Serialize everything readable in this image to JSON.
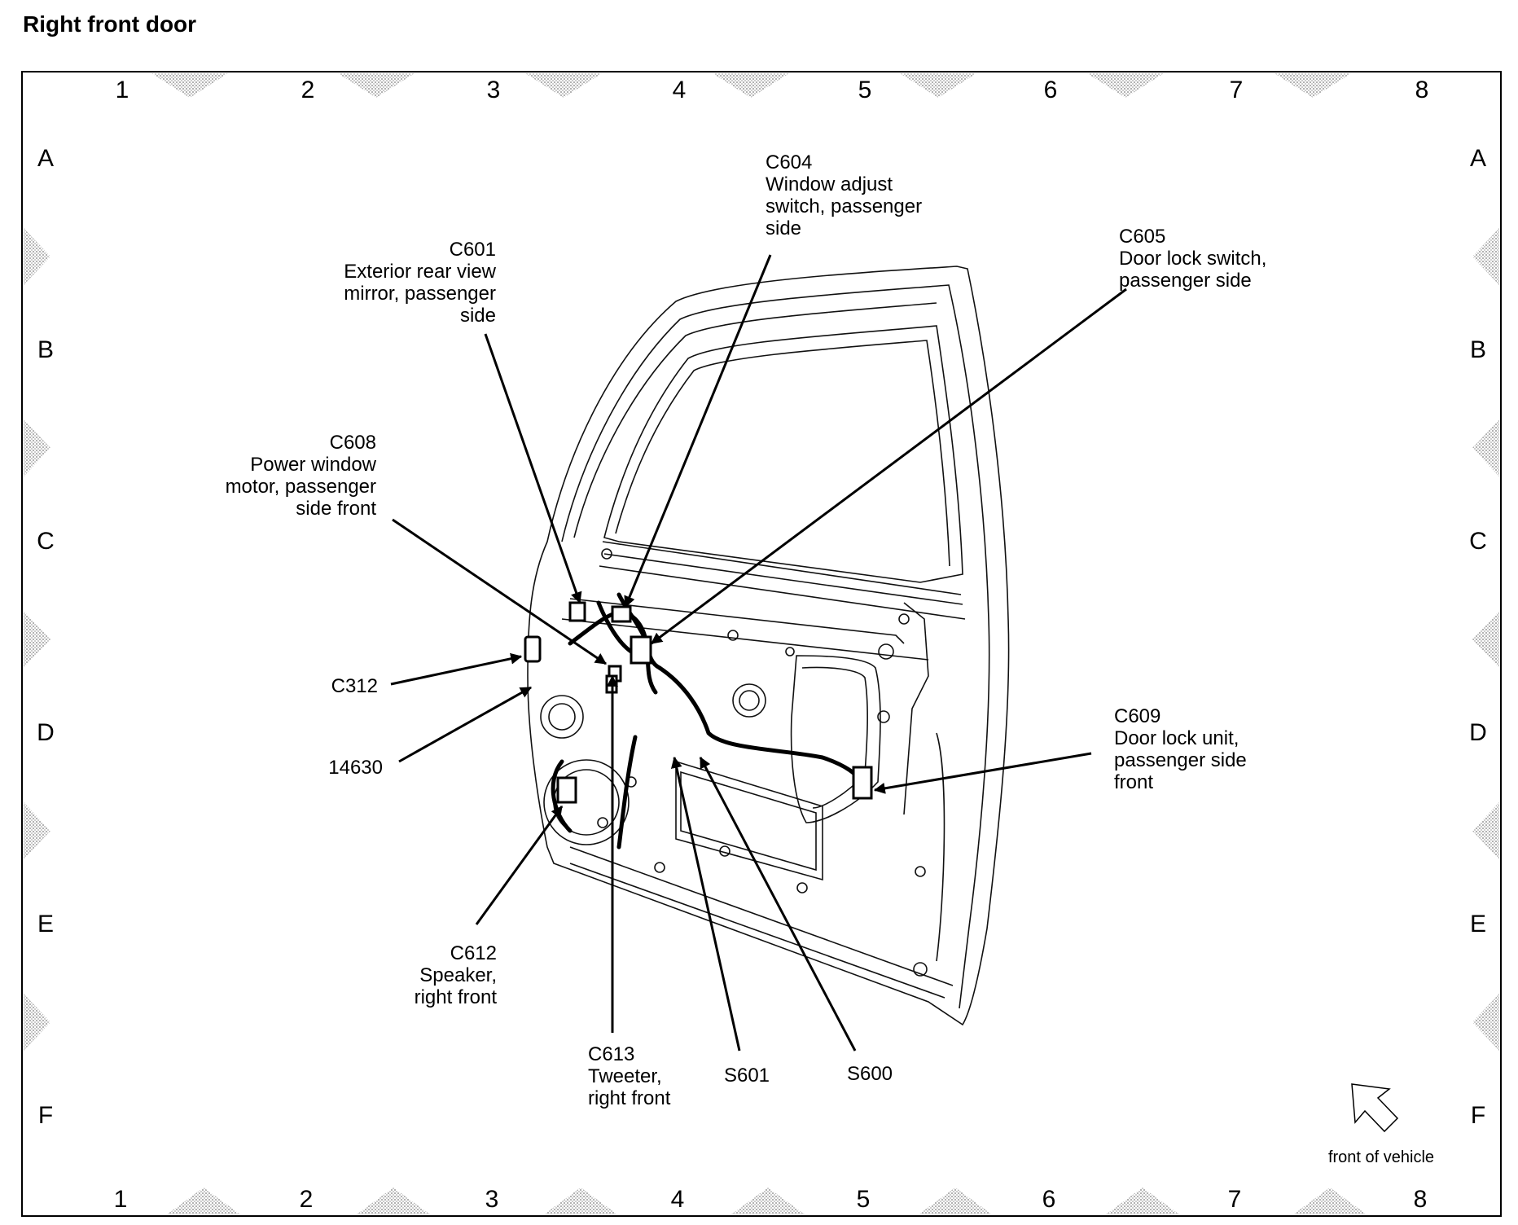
{
  "title": "Right front door",
  "grid": {
    "columns": [
      "1",
      "2",
      "3",
      "4",
      "5",
      "6",
      "7",
      "8"
    ],
    "rows": [
      "A",
      "B",
      "C",
      "D",
      "E",
      "F"
    ]
  },
  "callouts": {
    "c604": [
      "C604",
      "Window adjust",
      "switch, passenger",
      "side"
    ],
    "c601": [
      "C601",
      "Exterior rear view",
      "mirror, passenger",
      "side"
    ],
    "c605": [
      "C605",
      "Door lock switch,",
      "passenger side"
    ],
    "c608": [
      "C608",
      "Power window",
      "motor, passenger",
      "side front"
    ],
    "c312": [
      "C312"
    ],
    "n14630": [
      "14630"
    ],
    "c609": [
      "C609",
      "Door lock unit,",
      "passenger side",
      "front"
    ],
    "c612": [
      "C612",
      "Speaker,",
      "right front"
    ],
    "c613": [
      "C613",
      "Tweeter,",
      "right front"
    ],
    "s601": [
      "S601"
    ],
    "s600": [
      "S600"
    ]
  },
  "orientation": {
    "label": "front of vehicle",
    "icon": "arrow-icon"
  }
}
